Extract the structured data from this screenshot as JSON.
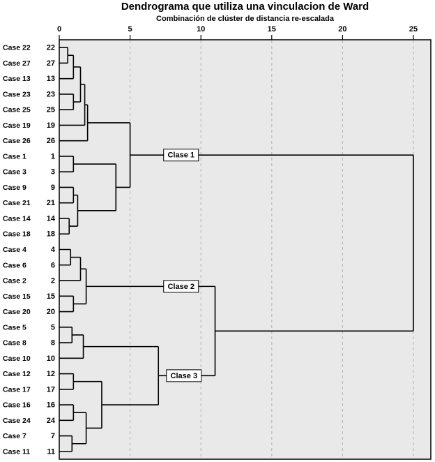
{
  "chart_data": {
    "type": "dendrogram",
    "title": "Dendrograma que utiliza una vinculacion de Ward",
    "subtitle": "Combinación de clúster de distancia re-escalada",
    "axis": {
      "position": "top",
      "min": 0,
      "max": 25,
      "ticks": [
        0,
        5,
        10,
        15,
        20,
        25
      ],
      "gridlines": [
        5,
        10,
        15,
        20,
        25
      ],
      "grid_style": "dashed"
    },
    "leaves": [
      {
        "label": "Case 22",
        "num": "22"
      },
      {
        "label": "Case 27",
        "num": "27"
      },
      {
        "label": "Case 13",
        "num": "13"
      },
      {
        "label": "Case 23",
        "num": "23"
      },
      {
        "label": "Case 25",
        "num": "25"
      },
      {
        "label": "Case 19",
        "num": "19"
      },
      {
        "label": "Case 26",
        "num": "26"
      },
      {
        "label": "Case 1",
        "num": "1"
      },
      {
        "label": "Case 3",
        "num": "3"
      },
      {
        "label": "Case 9",
        "num": "9"
      },
      {
        "label": "Case 21",
        "num": "21"
      },
      {
        "label": "Case 14",
        "num": "14"
      },
      {
        "label": "Case 18",
        "num": "18"
      },
      {
        "label": "Case 4",
        "num": "4"
      },
      {
        "label": "Case 6",
        "num": "6"
      },
      {
        "label": "Case 2",
        "num": "2"
      },
      {
        "label": "Case 15",
        "num": "15"
      },
      {
        "label": "Case 20",
        "num": "20"
      },
      {
        "label": "Case 5",
        "num": "5"
      },
      {
        "label": "Case 8",
        "num": "8"
      },
      {
        "label": "Case 10",
        "num": "10"
      },
      {
        "label": "Case 12",
        "num": "12"
      },
      {
        "label": "Case 17",
        "num": "17"
      },
      {
        "label": "Case 16",
        "num": "16"
      },
      {
        "label": "Case 24",
        "num": "24"
      },
      {
        "label": "Case 7",
        "num": "7"
      },
      {
        "label": "Case 11",
        "num": "11"
      }
    ],
    "clusters": [
      "Clase 1",
      "Clase 2",
      "Clase 3"
    ],
    "tree": {
      "d": 25,
      "children": [
        {
          "d": 5.0,
          "label": "Clase 1",
          "label_x": 8.6,
          "children": [
            {
              "d": 2.0,
              "children": [
                {
                  "d": 1.8,
                  "children": [
                    {
                      "d": 1.5,
                      "children": [
                        {
                          "d": 1.0,
                          "children": [
                            {
                              "d": 0.6,
                              "children": [
                                {
                                  "leaf": 0
                                },
                                {
                                  "leaf": 1
                                }
                              ]
                            },
                            {
                              "leaf": 2
                            }
                          ]
                        },
                        {
                          "d": 1.0,
                          "children": [
                            {
                              "leaf": 3
                            },
                            {
                              "leaf": 4
                            }
                          ]
                        }
                      ]
                    },
                    {
                      "leaf": 5
                    }
                  ]
                },
                {
                  "leaf": 6
                }
              ]
            },
            {
              "d": 4.0,
              "children": [
                {
                  "d": 1.0,
                  "children": [
                    {
                      "leaf": 7
                    },
                    {
                      "leaf": 8
                    }
                  ]
                },
                {
                  "d": 1.3,
                  "children": [
                    {
                      "d": 1.0,
                      "children": [
                        {
                          "leaf": 9
                        },
                        {
                          "leaf": 10
                        }
                      ]
                    },
                    {
                      "d": 0.7,
                      "children": [
                        {
                          "leaf": 11
                        },
                        {
                          "leaf": 12
                        }
                      ]
                    }
                  ]
                }
              ]
            }
          ]
        },
        {
          "d": 11.0,
          "children": [
            {
              "d": 1.9,
              "label": "Clase 2",
              "label_x": 8.6,
              "children": [
                {
                  "d": 1.5,
                  "children": [
                    {
                      "d": 0.8,
                      "children": [
                        {
                          "leaf": 13
                        },
                        {
                          "leaf": 14
                        }
                      ]
                    },
                    {
                      "leaf": 15
                    }
                  ]
                },
                {
                  "d": 1.0,
                  "children": [
                    {
                      "leaf": 16
                    },
                    {
                      "leaf": 17
                    }
                  ]
                }
              ]
            },
            {
              "d": 7.0,
              "label": "Clase 3",
              "label_x": 8.8,
              "children": [
                {
                  "d": 1.7,
                  "children": [
                    {
                      "d": 0.9,
                      "children": [
                        {
                          "leaf": 18
                        },
                        {
                          "leaf": 19
                        }
                      ]
                    },
                    {
                      "leaf": 20
                    }
                  ]
                },
                {
                  "d": 3.0,
                  "children": [
                    {
                      "d": 1.0,
                      "children": [
                        {
                          "leaf": 21
                        },
                        {
                          "leaf": 22
                        }
                      ]
                    },
                    {
                      "d": 1.9,
                      "children": [
                        {
                          "d": 1.0,
                          "children": [
                            {
                              "leaf": 23
                            },
                            {
                              "leaf": 24
                            }
                          ]
                        },
                        {
                          "d": 0.9,
                          "children": [
                            {
                              "leaf": 25
                            },
                            {
                              "leaf": 26
                            }
                          ]
                        }
                      ]
                    }
                  ]
                }
              ]
            }
          ]
        }
      ]
    },
    "colors": {
      "plot_bg": "#e9e9e9",
      "line": "#000000",
      "grid": "#b3b3b3",
      "label_box_bg": "#ffffff",
      "label_box_border": "#000000"
    }
  }
}
